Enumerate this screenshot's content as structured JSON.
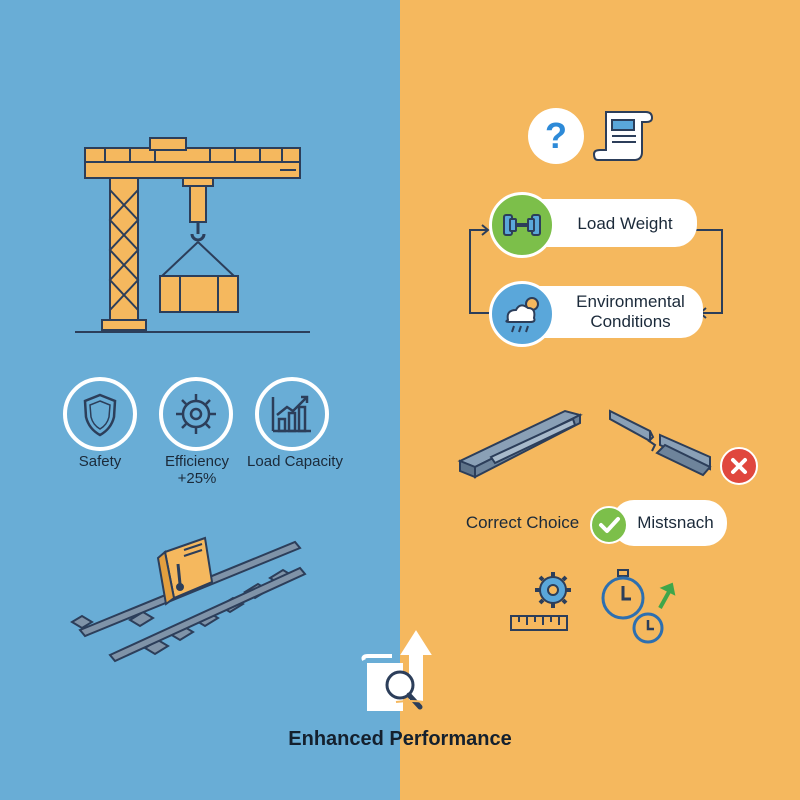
{
  "left_panel": {
    "features": [
      {
        "icon": "shield-icon",
        "label": "Safety"
      },
      {
        "icon": "gear-icon",
        "label": "Efficiency",
        "sub_label": "+25%"
      },
      {
        "icon": "rising-chart-icon",
        "label": "Load Capacity"
      }
    ]
  },
  "right_panel": {
    "factors": [
      {
        "icon": "dumbbell-icon",
        "label": "Load Weight",
        "accent": "#7CBF4A"
      },
      {
        "icon": "weather-icon",
        "label_line1": "Environmental",
        "label_line2": "Conditions",
        "accent": "#5AA7DA"
      }
    ],
    "choice": {
      "correct_label": "Correct Choice",
      "mismatch_label": "Mistsnach"
    }
  },
  "footer": {
    "title": "Enhanced Performance"
  },
  "colors": {
    "left_bg": "#69ADD6",
    "right_bg": "#F5B85E",
    "accent_orange": "#F5B85E",
    "outline_navy": "#2C3E5A",
    "success_green": "#7CBF4A",
    "error_red": "#E0473E"
  }
}
